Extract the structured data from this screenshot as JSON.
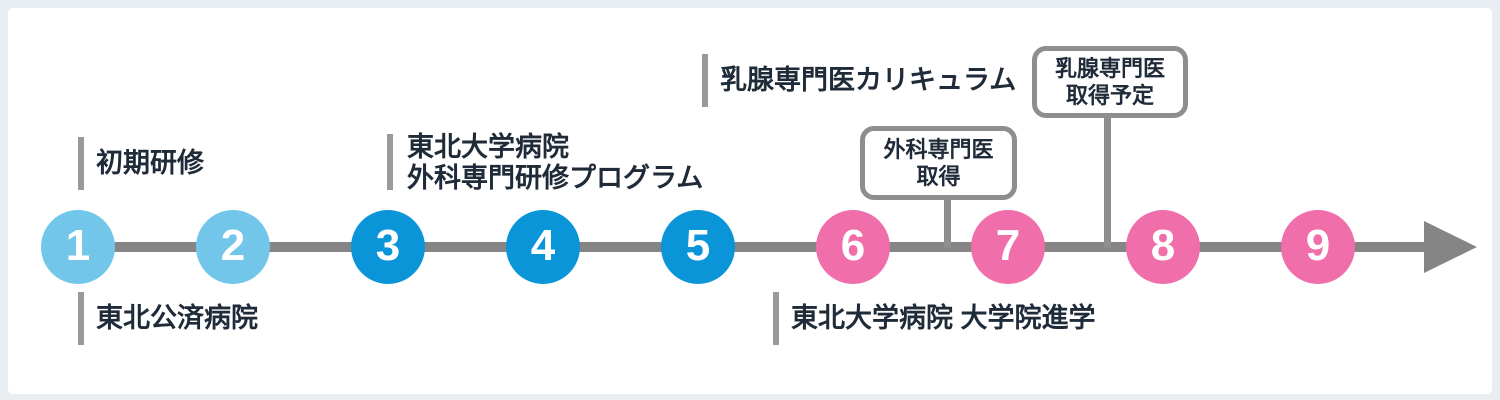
{
  "canvas": {
    "page_background": "#e9eef2",
    "card_background": "#ffffff"
  },
  "timeline": {
    "type": "horizontal-arrow-timeline",
    "line_color": "#858585",
    "tick_color": "#9a9a9a",
    "text_color": "#202b39",
    "node_text_color": "#ffffff",
    "group_colors": {
      "light_blue": "#71c6e9",
      "blue": "#0995d8",
      "pink": "#f06ea9"
    },
    "nodes": [
      {
        "label": "1",
        "color": "#71c6e9"
      },
      {
        "label": "2",
        "color": "#71c6e9"
      },
      {
        "label": "3",
        "color": "#0995d8"
      },
      {
        "label": "4",
        "color": "#0995d8"
      },
      {
        "label": "5",
        "color": "#0995d8"
      },
      {
        "label": "6",
        "color": "#f06ea9"
      },
      {
        "label": "7",
        "color": "#f06ea9"
      },
      {
        "label": "8",
        "color": "#f06ea9"
      },
      {
        "label": "9",
        "color": "#f06ea9"
      }
    ]
  },
  "annotations": {
    "above_year1": "初期研修",
    "below_year1": "東北公済病院",
    "above_year3_line1": "東北大学病院",
    "above_year3_line2": "外科専門研修プログラム",
    "above_year5": "乳腺専門医カリキュラム",
    "below_year6": "東北大学病院 大学院進学"
  },
  "callouts": [
    {
      "line1": "外科専門医",
      "line2": "取得"
    },
    {
      "line1": "乳腺専門医",
      "line2": "取得予定"
    }
  ]
}
